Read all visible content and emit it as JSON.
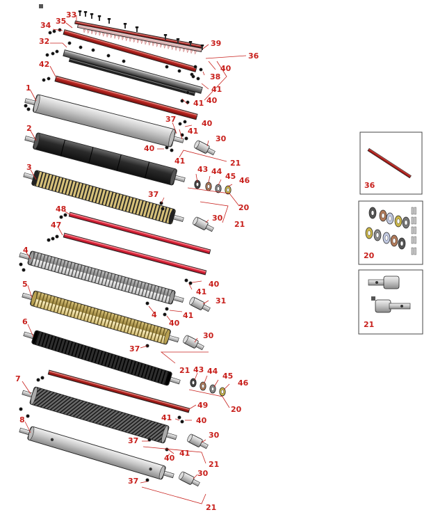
{
  "colors": {
    "label": "#c8201c",
    "steel": "#c9c9c9",
    "dark": "#2a2a2a",
    "brass": "#d8c27a",
    "red": "#b0201c",
    "pink": "#e0263a"
  },
  "callouts": [
    {
      "id": "c33",
      "text": "33"
    },
    {
      "id": "c35",
      "text": "35"
    },
    {
      "id": "c34",
      "text": "34"
    },
    {
      "id": "c32",
      "text": "32"
    },
    {
      "id": "c39",
      "text": "39"
    },
    {
      "id": "c36",
      "text": "36"
    },
    {
      "id": "c40a",
      "text": "40"
    },
    {
      "id": "c38",
      "text": "38"
    },
    {
      "id": "c41a",
      "text": "41"
    },
    {
      "id": "c40b",
      "text": "40"
    },
    {
      "id": "c42",
      "text": "42"
    },
    {
      "id": "c1",
      "text": "1"
    },
    {
      "id": "c41b",
      "text": "41"
    },
    {
      "id": "c37a",
      "text": "37"
    },
    {
      "id": "c40c",
      "text": "40"
    },
    {
      "id": "c41c",
      "text": "41"
    },
    {
      "id": "c30a",
      "text": "30"
    },
    {
      "id": "c2",
      "text": "2"
    },
    {
      "id": "c40d",
      "text": "40"
    },
    {
      "id": "c41d",
      "text": "41"
    },
    {
      "id": "c21a",
      "text": "21"
    },
    {
      "id": "c3",
      "text": "3"
    },
    {
      "id": "c43a",
      "text": "43"
    },
    {
      "id": "c44a",
      "text": "44"
    },
    {
      "id": "c45a",
      "text": "45"
    },
    {
      "id": "c46a",
      "text": "46"
    },
    {
      "id": "c20a",
      "text": "20"
    },
    {
      "id": "c37b",
      "text": "37"
    },
    {
      "id": "c30b",
      "text": "30"
    },
    {
      "id": "c21b",
      "text": "21"
    },
    {
      "id": "c48",
      "text": "48"
    },
    {
      "id": "c47",
      "text": "47"
    },
    {
      "id": "c4a",
      "text": "4"
    },
    {
      "id": "c41e",
      "text": "41"
    },
    {
      "id": "c40e",
      "text": "40"
    },
    {
      "id": "c5",
      "text": "5"
    },
    {
      "id": "c31",
      "text": "31"
    },
    {
      "id": "c4b",
      "text": "4"
    },
    {
      "id": "c41f",
      "text": "41"
    },
    {
      "id": "c40f",
      "text": "40"
    },
    {
      "id": "c6",
      "text": "6"
    },
    {
      "id": "c30c",
      "text": "30"
    },
    {
      "id": "c37c",
      "text": "37"
    },
    {
      "id": "c21c",
      "text": "21"
    },
    {
      "id": "c43b",
      "text": "43"
    },
    {
      "id": "c44b",
      "text": "44"
    },
    {
      "id": "c45b",
      "text": "45"
    },
    {
      "id": "c46b",
      "text": "46"
    },
    {
      "id": "c20b",
      "text": "20"
    },
    {
      "id": "c7",
      "text": "7"
    },
    {
      "id": "c49",
      "text": "49"
    },
    {
      "id": "c41g",
      "text": "41"
    },
    {
      "id": "c40g",
      "text": "40"
    },
    {
      "id": "c8",
      "text": "8"
    },
    {
      "id": "c30d",
      "text": "30"
    },
    {
      "id": "c37d",
      "text": "37"
    },
    {
      "id": "c41h",
      "text": "41"
    },
    {
      "id": "c40h",
      "text": "40"
    },
    {
      "id": "c21d",
      "text": "21"
    },
    {
      "id": "c30e",
      "text": "30"
    },
    {
      "id": "c37e",
      "text": "37"
    },
    {
      "id": "c21e",
      "text": "21"
    }
  ],
  "kits": [
    {
      "id": "k36",
      "text": "36"
    },
    {
      "id": "k20",
      "text": "20"
    },
    {
      "id": "k21",
      "text": "21"
    }
  ]
}
